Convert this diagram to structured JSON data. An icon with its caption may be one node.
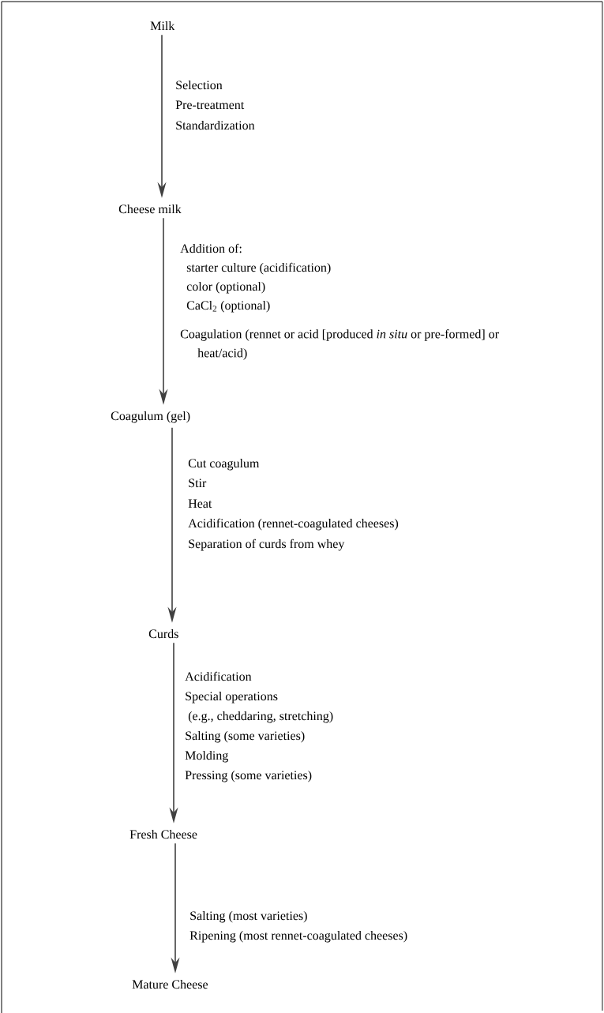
{
  "diagram": {
    "nodes": [
      {
        "text": [
          "Milk"
        ]
      },
      {
        "text": [
          "Cheese milk"
        ]
      },
      {
        "text": [
          "Coagulum (gel)"
        ]
      },
      {
        "text": [
          "Curds"
        ]
      },
      {
        "text": [
          "Fresh Cheese"
        ]
      },
      {
        "text": [
          "Mature Cheese"
        ]
      }
    ],
    "edges": [
      {
        "from": 0,
        "to": 1,
        "arrow": "to"
      },
      {
        "from": 1,
        "to": 2,
        "arrow": "to"
      },
      {
        "from": 2,
        "to": 3,
        "arrow": "to"
      },
      {
        "from": 3,
        "to": 4,
        "arrow": "to"
      },
      {
        "from": 4,
        "to": 5,
        "arrow": "to"
      }
    ],
    "labels": [
      "Selection",
      "Pre-treatment",
      "Standardization",
      "Addition of:",
      "starter culture (acidification)",
      "color (optional)",
      "CaCl$_{2}$ (optional)",
      "Coagulation (rennet or acid [produced *in situ* or pre-formed] or heat/acid)",
      "Cut coagulum",
      "Stir",
      "Heat",
      "Acidification (rennet-coagulated cheeses)",
      "Separation of curds from whey",
      "Acidification",
      "Special operations",
      "(e.g., cheddaring, stretching)",
      "Salting (some varieties)",
      "Molding",
      "Pressing (some varieties)",
      "Salting (most varieties)",
      "Ripening (most rennet-coagulated cheeses)"
    ]
  }
}
